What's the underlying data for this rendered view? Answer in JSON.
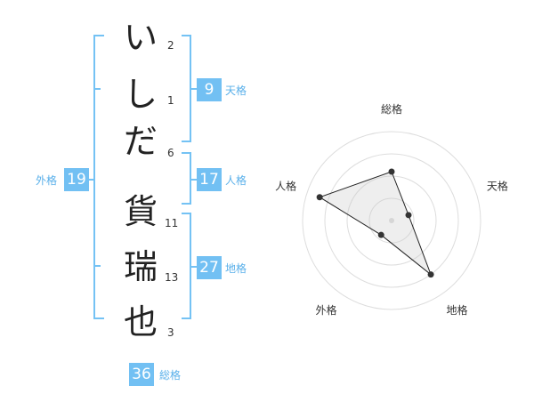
{
  "name": {
    "chars": [
      {
        "char": "い",
        "strokes": "2"
      },
      {
        "char": "し",
        "strokes": "1"
      },
      {
        "char": "だ",
        "strokes": "6"
      },
      {
        "char": "貨",
        "strokes": "11"
      },
      {
        "char": "瑞",
        "strokes": "13"
      },
      {
        "char": "也",
        "strokes": "3"
      }
    ]
  },
  "kakusu": {
    "tenkaku": {
      "value": "9",
      "label": "天格"
    },
    "jinkaku": {
      "value": "17",
      "label": "人格"
    },
    "chikaku": {
      "value": "27",
      "label": "地格"
    },
    "gaikaku": {
      "value": "19",
      "label": "外格"
    },
    "soukaku": {
      "value": "36",
      "label": "総格"
    }
  },
  "colors": {
    "accent": "#72c0f3",
    "bracket": "#74c2f4",
    "label": "#5ab0ea"
  },
  "chart_data": {
    "type": "radar",
    "axes": [
      "総格",
      "天格",
      "地格",
      "外格",
      "人格"
    ],
    "values": [
      0.55,
      0.2,
      0.75,
      0.2,
      0.85
    ],
    "range": [
      0,
      1
    ],
    "rings": 4
  }
}
